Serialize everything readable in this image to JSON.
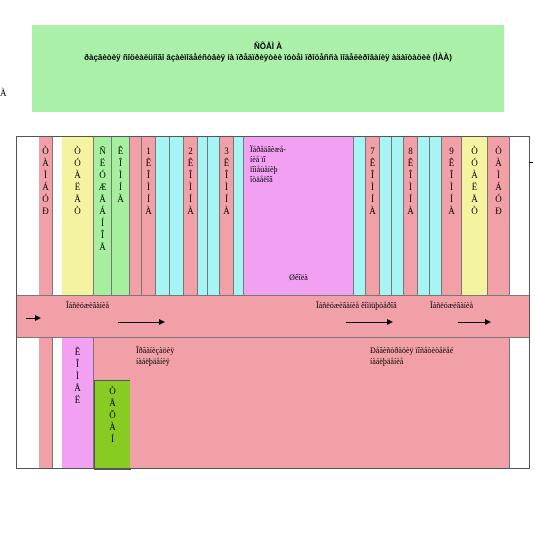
{
  "title": {
    "line1": "ÑÕÅÌ À",
    "line2": "ðàçâèòèÿ ñîöèàëüíîãî âçàèìîäåéñòâèÿ íà ïðåäïðèÿòèè ïóòåì ïðîöåññà ìîäåëèðîâàíèÿ àäàïòàöèè (ÌÀÀ)"
  },
  "side_mark": "À",
  "columns": {
    "left_outer": "Ò\nÀ\nÌ\nÁ\nÓ\nÐ",
    "yellow1": "Ò\nÓ\nÀ\nË\nÅ\nÒ",
    "green1": "Ñ\nË\nÓ\nÆ\nÅ\nÁ\nÍ\nÎ\nÅ",
    "green2": "Ê\nÎ\nÌ\nÍ\nÀ",
    "c1": "1\nÊ\nÎ\nÌ\nÍ\nÀ",
    "c2": "2\nÊ\nÎ\nÌ\nÍ\nÀ",
    "c3": "3\nÊ\nÎ\nÌ\nÍ\nÀ",
    "c7": "7\nÊ\nÎ\nÌ\nÍ\nÀ",
    "c8": "8\nÊ\nÎ\nÌ\nÍ\nÀ",
    "c9": "9\nÊ\nÎ\nÌ\nÍ\nÀ",
    "yellow2": "Ò\nÓ\nÀ\nË\nÅ\nÒ",
    "right_outer": "Ò\nÀ\nÌ\nÁ\nÓ\nÐ"
  },
  "magenta_top": {
    "text": "Ïåðåäâèæå-\níèå ïî\nïîìåùåíèþ\nîòäåëîâ",
    "bottom": "Øêîëà"
  },
  "band_labels": {
    "left": "Îáñëóæèâàíèå",
    "middle": "Îáñëóæèâàíèå êîìïüþòåðîâ",
    "right": "Îáñëóæèâàíèå"
  },
  "bottom": {
    "magenta_col": "Ê\nÎ\nÌ\nÅ\nË",
    "lime_col": "Ò\nÅ\nÕ\nÀ\nÍ",
    "pink_left": "Îðãàíèçàöèÿ\níàáëþäåíèÿ",
    "pink_right": "Ðåãèñòðàöèÿ ïîñåòèòåëåé\níàáëþäåíèå"
  }
}
